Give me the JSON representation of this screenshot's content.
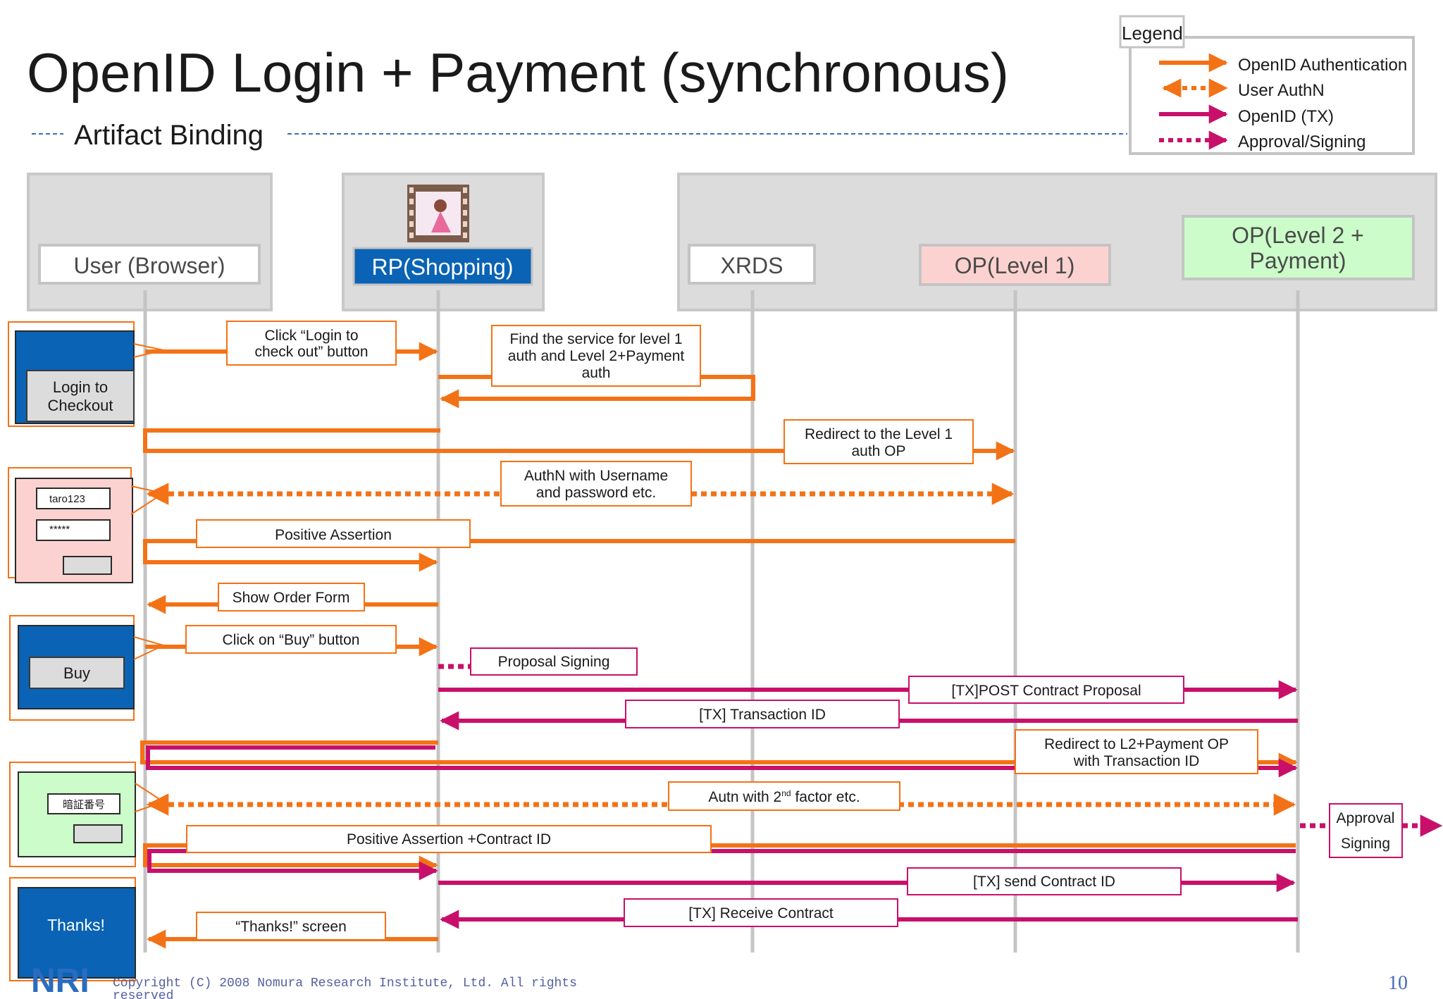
{
  "title": "OpenID Login + Payment (synchronous)",
  "subtitle": "Artifact Binding",
  "legend": {
    "header": "Legend",
    "items": [
      {
        "label": "OpenID Authentication",
        "style": "solid-orange"
      },
      {
        "label": "User AuthN",
        "style": "dotted-orange-bidirectional"
      },
      {
        "label": "OpenID (TX)",
        "style": "solid-magenta"
      },
      {
        "label": "Approval/Signing",
        "style": "dotted-magenta"
      }
    ]
  },
  "lanes": {
    "user": "User (Browser)",
    "rp": "RP(Shopping)",
    "xrds": "XRDS",
    "op1": "OP(Level 1)",
    "op2_line1": "OP(Level 2 +",
    "op2_line2": "Payment)"
  },
  "ui_mockups": {
    "login_button": [
      "Login to",
      "Checkout"
    ],
    "username": "taro123",
    "password": "*****",
    "buy_button": "Buy",
    "pin_field": "暗証番号",
    "thanks": "Thanks!"
  },
  "messages": {
    "click_login": [
      "Click “Login to",
      "check out” button"
    ],
    "find_service": [
      "Find the service for level 1",
      "auth and Level 2+Payment",
      "auth"
    ],
    "redirect_l1": [
      "Redirect to the Level 1",
      "auth OP"
    ],
    "authn": [
      "AuthN with Username",
      "and password etc."
    ],
    "positive_assertion": "Positive Assertion",
    "show_order_form": "Show Order Form",
    "click_buy": "Click on “Buy” button",
    "proposal_signing": "Proposal Signing",
    "post_contract": "[TX]POST Contract Proposal",
    "tx_id": "[TX] Transaction ID",
    "redirect_l2": [
      "Redirect to L2+Payment OP",
      "with Transaction ID"
    ],
    "autn_2nd": {
      "pre": "Autn with 2",
      "sup": "nd",
      "post": " factor etc."
    },
    "positive_contract": "Positive Assertion +Contract ID",
    "approval": [
      "Approval",
      "Signing"
    ],
    "send_contract": "[TX] send Contract ID",
    "receive_contract": "[TX] Receive Contract",
    "thanks_screen": "“Thanks!” screen"
  },
  "footer": {
    "logo": "NRI",
    "copyright_line1": "Copyright (C)  2008 Nomura Research Institute, Ltd. All rights",
    "copyright_line2": "reserved",
    "page": "10"
  },
  "colors": {
    "orange": "#f47216",
    "magenta": "#c8106a",
    "blue": "#0a63b4",
    "pink_op1": "#fcd2d0",
    "green_op2": "#cbfcc9",
    "lane_gray": "#dcdcdc"
  }
}
